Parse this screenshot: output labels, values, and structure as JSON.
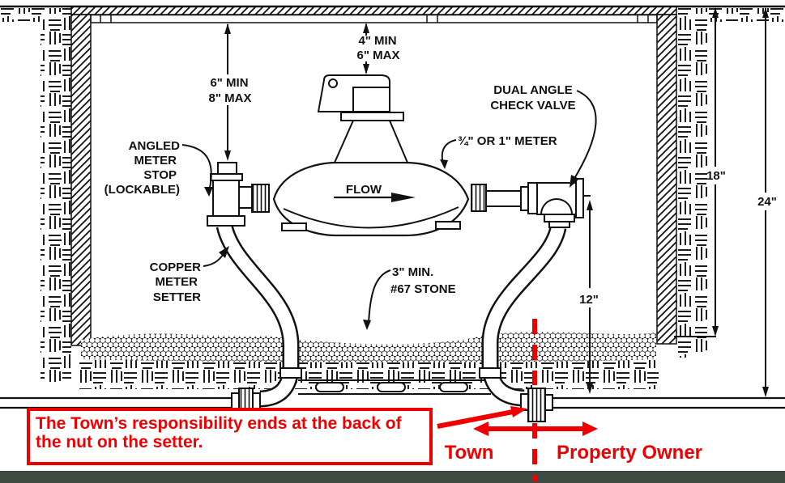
{
  "colors": {
    "annotation_red": "#ee0000",
    "line_ink": "#111111",
    "footer_band": "#3e4a40"
  },
  "dims": {
    "top_clearance": [
      "4\" MIN",
      "6\" MAX"
    ],
    "side_clearance": [
      "6\" MIN",
      "8\" MAX"
    ],
    "outlet_height": "12\"",
    "pit_depth": "18\"",
    "total_depth": "24\""
  },
  "labels": {
    "meter_stop": [
      "ANGLED",
      "METER",
      "STOP",
      "(LOCKABLE)"
    ],
    "check_valve": [
      "DUAL ANGLE",
      "CHECK VALVE"
    ],
    "meter_size": "¾\" OR 1\" METER",
    "flow": "FLOW",
    "setter": [
      "COPPER",
      "METER",
      "SETTER"
    ],
    "stone": [
      "3\" MIN.",
      "#67 STONE"
    ]
  },
  "note": {
    "line1": "The Town’s responsibility ends at the back of",
    "line2": "the nut on the setter.",
    "town": "Town",
    "owner": "Property Owner"
  }
}
